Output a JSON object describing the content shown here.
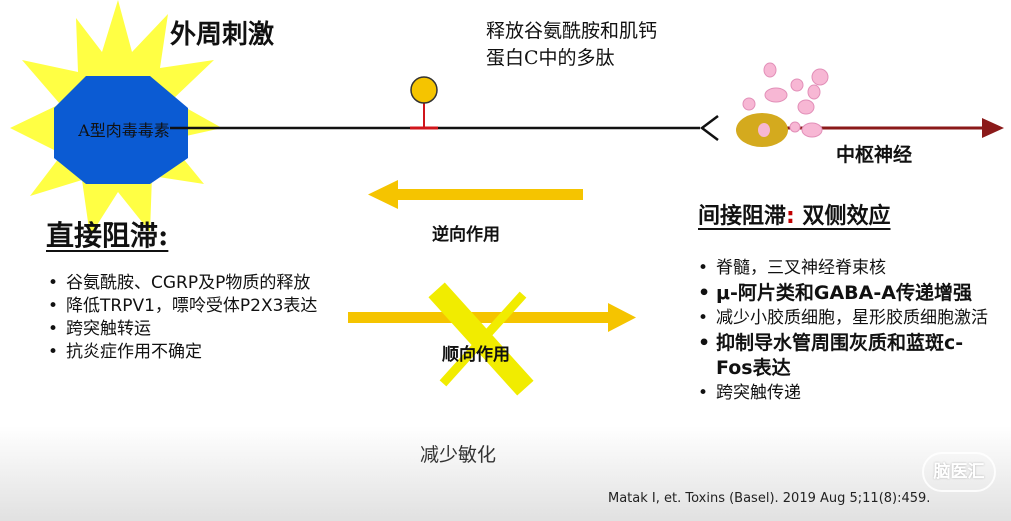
{
  "colors": {
    "arrow_yellow": "#f5c400",
    "star_yellow": "#ffff44",
    "toxin_blue": "#0b5bd3",
    "neuron_line": "#111111",
    "red_text": "#c00000",
    "vesicle_pink": "#f7b7d4"
  },
  "header": {
    "external_stimulus": "外周刺激",
    "release_line1": "释放谷氨酰胺和肌钙",
    "release_line2": "蛋白C中的多肽"
  },
  "toxin_label": "A型肉毒毒素",
  "cns_label": "中枢神经",
  "retrograde_label": "逆向作用",
  "anterograde_label": "顺向作用",
  "anterograde_icon": "yellow-x-icon",
  "direct": {
    "title": "直接阻滞:",
    "items": [
      "谷氨酰胺、CGRP及P物质的释放",
      "降低TRPV1，嘌呤受体P2X3表达",
      "跨突触转运",
      "抗炎症作用不确定"
    ]
  },
  "indirect": {
    "title": "间接阻滞",
    "title_suffix": "双侧效应",
    "items": [
      "脊髓，三叉神经脊束核",
      "μ-阿片类和GABA-A传递增强",
      "减少小胶质细胞，星形胶质细胞激活",
      "抑制导水管周围灰质和蓝斑c-Fos表达",
      "跨突触传递"
    ]
  },
  "reduce_sensitization": "减少敏化",
  "citation": "Matak I, et. Toxins (Basel). 2019 Aug 5;11(8):459.",
  "watermark": "脑医汇"
}
